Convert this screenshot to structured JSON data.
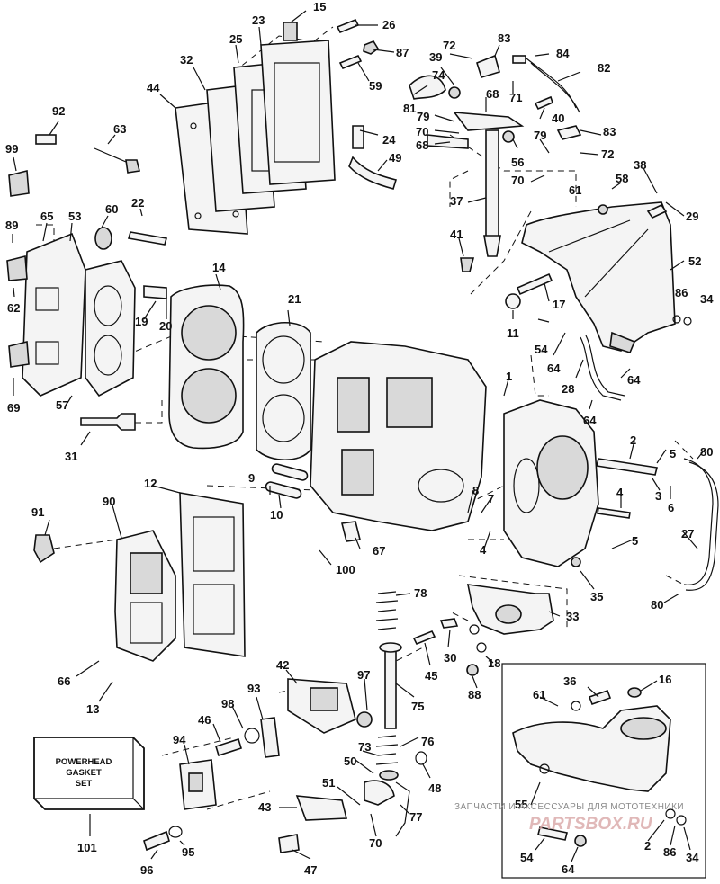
{
  "kit_box": {
    "line1": "POWERHEAD",
    "line2": "GASKET",
    "line3": "SET"
  },
  "watermark": {
    "line1": "ЗАПЧАСТИ И АКСЕССУАРЫ ДЛЯ МОТОТЕХНИКИ",
    "line2": "PARTSBOX.RU"
  },
  "callouts": {
    "c1": "1",
    "c2a": "2",
    "c2b": "2",
    "c3": "3",
    "c4a": "4",
    "c4b": "4",
    "c5a": "5",
    "c5b": "5",
    "c6": "6",
    "c7": "7",
    "c8": "8",
    "c9": "9",
    "c10": "10",
    "c11": "11",
    "c12": "12",
    "c13": "13",
    "c14": "14",
    "c15": "15",
    "c16": "16",
    "c17": "17",
    "c18": "18",
    "c19": "19",
    "c20": "20",
    "c21": "21",
    "c22": "22",
    "c23": "23",
    "c24": "24",
    "c25": "25",
    "c26": "26",
    "c27": "27",
    "c28": "28",
    "c29": "29",
    "c30": "30",
    "c31": "31",
    "c32": "32",
    "c33": "33",
    "c34a": "34",
    "c34b": "34",
    "c35": "35",
    "c36": "36",
    "c37": "37",
    "c38": "38",
    "c39": "39",
    "c40": "40",
    "c41": "41",
    "c42": "42",
    "c43": "43",
    "c44": "44",
    "c45": "45",
    "c46": "46",
    "c47": "47",
    "c48": "48",
    "c49": "49",
    "c50": "50",
    "c51": "51",
    "c52": "52",
    "c53": "53",
    "c54a": "54",
    "c54b": "54",
    "c55": "55",
    "c56": "56",
    "c57": "57",
    "c58": "58",
    "c59": "59",
    "c60": "60",
    "c61a": "61",
    "c61b": "61",
    "c62": "62",
    "c63": "63",
    "c64a": "64",
    "c64b": "64",
    "c64c": "64",
    "c64d": "64",
    "c65": "65",
    "c66": "66",
    "c67": "67",
    "c68a": "68",
    "c68b": "68",
    "c69": "69",
    "c70a": "70",
    "c70b": "70",
    "c70c": "70",
    "c71": "71",
    "c72a": "72",
    "c72b": "72",
    "c73": "73",
    "c74": "74",
    "c75": "75",
    "c76": "76",
    "c77": "77",
    "c78": "78",
    "c79a": "79",
    "c79b": "79",
    "c80a": "80",
    "c80b": "80",
    "c81": "81",
    "c82": "82",
    "c83a": "83",
    "c83b": "83",
    "c84": "84",
    "c86a": "86",
    "c86b": "86",
    "c87": "87",
    "c88": "88",
    "c89": "89",
    "c90": "90",
    "c91": "91",
    "c92": "92",
    "c93": "93",
    "c94": "94",
    "c95": "95",
    "c96": "96",
    "c97": "97",
    "c98": "98",
    "c99": "99",
    "c100": "100",
    "c101": "101"
  }
}
